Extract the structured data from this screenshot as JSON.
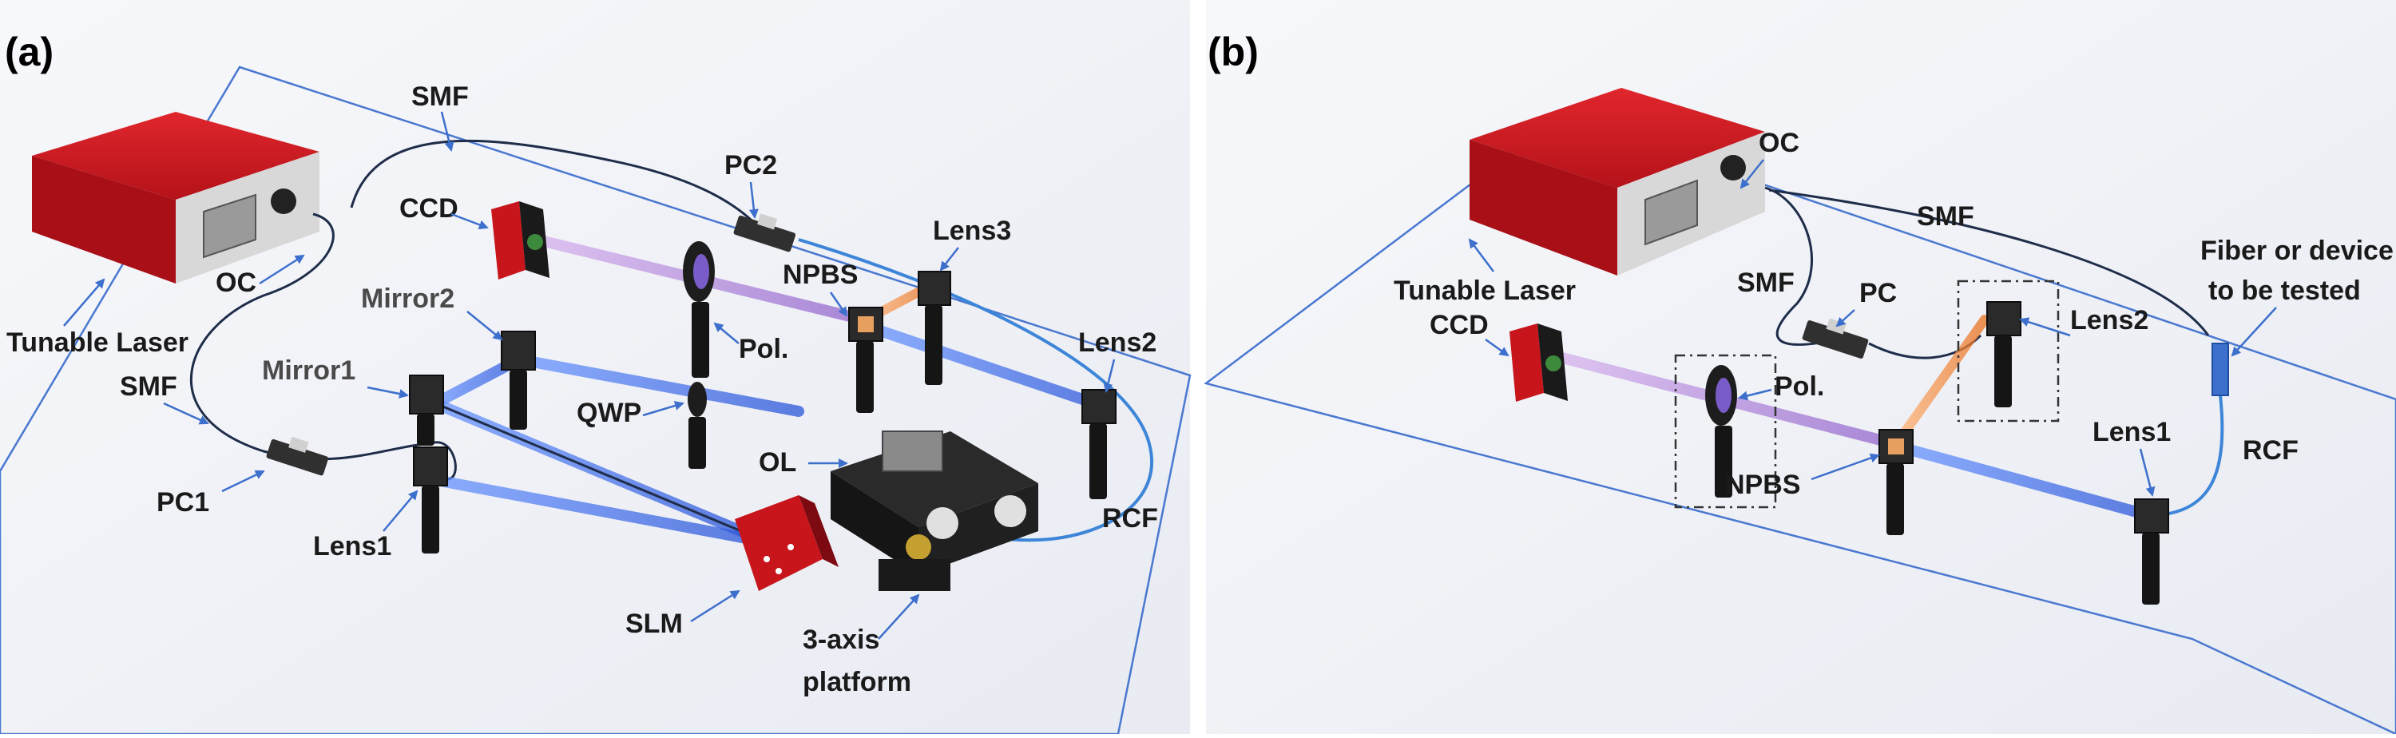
{
  "panel_a": {
    "tag": "(a)",
    "labels": {
      "smf_top": "SMF",
      "pc2": "PC2",
      "ccd": "CCD",
      "lens3": "Lens3",
      "npbs": "NPBS",
      "mirror2": "Mirror2",
      "oc": "OC",
      "tunable_laser": "Tunable Laser",
      "smf_left": "SMF",
      "mirror1": "Mirror1",
      "pol": "Pol.",
      "lens2": "Lens2",
      "qwp": "QWP",
      "ol": "OL",
      "pc1": "PC1",
      "lens1": "Lens1",
      "rcf": "RCF",
      "slm": "SLM",
      "platform_line1": "3-axis",
      "platform_line2": "platform"
    }
  },
  "panel_b": {
    "tag": "(b)",
    "labels": {
      "oc": "OC",
      "smf_top": "SMF",
      "fiber_line1": "Fiber or device",
      "fiber_line2": "to be tested",
      "tunable_laser": "Tunable Laser",
      "ccd": "CCD",
      "smf_mid": "SMF",
      "pc": "PC",
      "lens2": "Lens2",
      "pol": "Pol.",
      "lens1": "Lens1",
      "rcf": "RCF",
      "npbs": "NPBS"
    }
  },
  "colors": {
    "laser_red": "#c8141b",
    "plate_blue": "#4a78d0",
    "beam_blue": "#3a6fe8",
    "beam_purple": "#b07ad8",
    "beam_orange": "#f08a3a"
  }
}
